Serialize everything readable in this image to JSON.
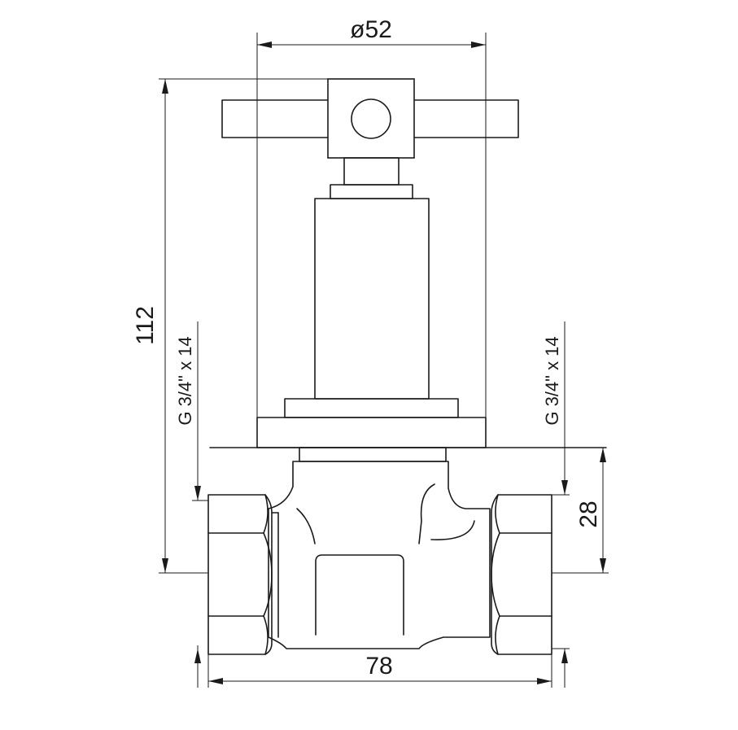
{
  "dimensions": {
    "diameter": "ø52",
    "height": "112",
    "width": "78",
    "outlet_height": "28"
  },
  "thread_notes": {
    "left": "G 3/4\" x 14",
    "right": "G 3/4\" x 14"
  }
}
